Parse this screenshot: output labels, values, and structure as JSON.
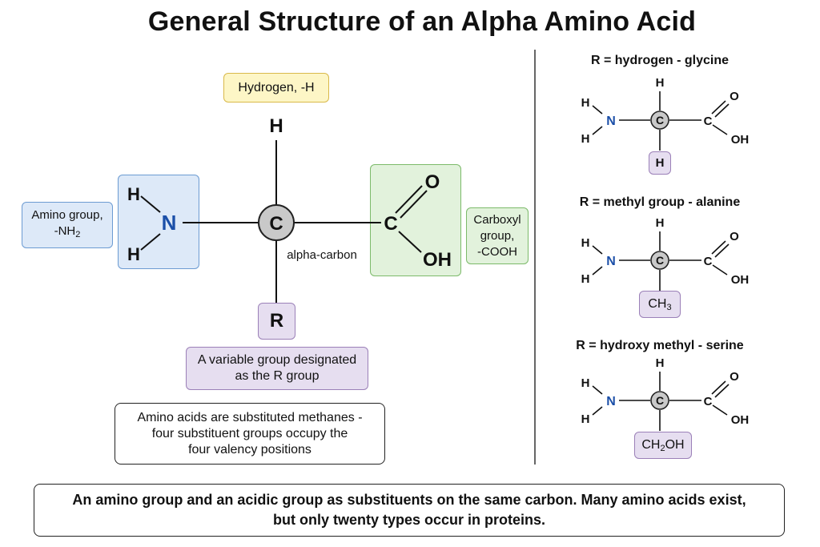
{
  "title": "General Structure of an Alpha Amino Acid",
  "main": {
    "hydrogen_label": "Hydrogen, -H",
    "amino_label_line1": "Amino group,",
    "amino_label_line2": "-NH",
    "amino_label_sub": "2",
    "carboxyl_label_line1": "Carboxyl",
    "carboxyl_label_line2": "group,",
    "carboxyl_label_line3": "-COOH",
    "alpha_carbon_label": "alpha-carbon",
    "r_group_desc_line1": "A variable group designated",
    "r_group_desc_line2": "as the R group",
    "methane_note_line1": "Amino acids are substituted methanes -",
    "methane_note_line2": "four substituent groups occupy the",
    "methane_note_line3": "four valency positions",
    "atoms": {
      "H": "H",
      "N": "N",
      "C": "C",
      "O": "O",
      "OH": "OH",
      "R": "R"
    }
  },
  "examples": [
    {
      "title": "R = hydrogen - glycine",
      "r_main": "H",
      "r_sub": "",
      "r_tail": ""
    },
    {
      "title": "R = methyl group - alanine",
      "r_main": "CH",
      "r_sub": "3",
      "r_tail": ""
    },
    {
      "title": "R = hydroxy methyl - serine",
      "r_main": "CH",
      "r_sub": "2",
      "r_tail": "OH"
    }
  ],
  "footer": {
    "line1": "An amino group and an acidic group as substituents on the same carbon. Many amino acids exist,",
    "line2": "but only twenty types occur in proteins."
  },
  "colors": {
    "nitrogen": "#1b4fa8",
    "carbon_fill": "#c9c9c9",
    "hydrogen_box": "#fdf6c6",
    "amino_box": "#dde9f8",
    "carboxyl_box": "#e2f2dc",
    "r_box": "#e6def0"
  }
}
